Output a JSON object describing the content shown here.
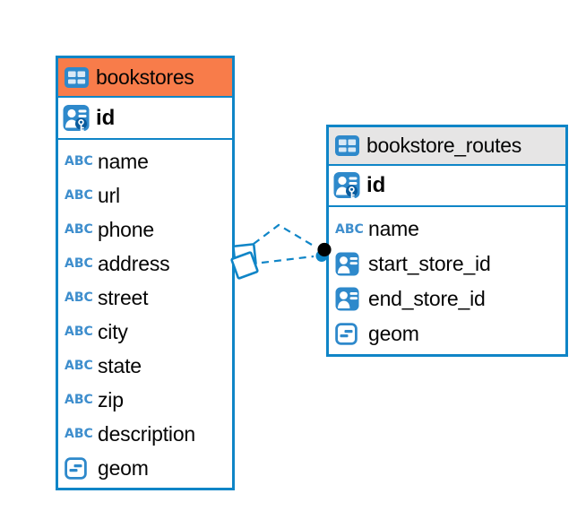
{
  "colors": {
    "border_blue": "#0F85C7",
    "icon_blue": "#2E89CB",
    "abc_blue": "#3E8ECD",
    "key_badge_blue": "#0A5B9C",
    "header_orange": "#F87C4A",
    "header_gray": "#E6E5E5",
    "text_black": "#050505",
    "dot_black": "#000000",
    "background": "#FFFFFF"
  },
  "diagram": {
    "tables": [
      {
        "name": "bookstores",
        "header_style": "orange",
        "header_icon": "table-icon",
        "primary_key": {
          "name": "id",
          "icon": "person-key-icon"
        },
        "columns": [
          {
            "name": "name",
            "type": "text"
          },
          {
            "name": "url",
            "type": "text"
          },
          {
            "name": "phone",
            "type": "text"
          },
          {
            "name": "address",
            "type": "text"
          },
          {
            "name": "street",
            "type": "text"
          },
          {
            "name": "city",
            "type": "text"
          },
          {
            "name": "state",
            "type": "text"
          },
          {
            "name": "zip",
            "type": "text"
          },
          {
            "name": "description",
            "type": "text"
          },
          {
            "name": "geom",
            "type": "geometry"
          }
        ]
      },
      {
        "name": "bookstore_routes",
        "header_style": "gray",
        "header_icon": "table-icon",
        "primary_key": {
          "name": "id",
          "icon": "person-key-icon"
        },
        "columns": [
          {
            "name": "name",
            "type": "text"
          },
          {
            "name": "start_store_id",
            "type": "reference"
          },
          {
            "name": "end_store_id",
            "type": "reference"
          },
          {
            "name": "geom",
            "type": "geometry"
          }
        ]
      }
    ],
    "relationship": {
      "from_table": "bookstores",
      "to_table": "bookstore_routes",
      "line_style": "dashed",
      "from_endpoint": "overlapping-squares",
      "to_endpoint": "filled-dot"
    }
  },
  "icon_text": {
    "abc": "ABC"
  }
}
